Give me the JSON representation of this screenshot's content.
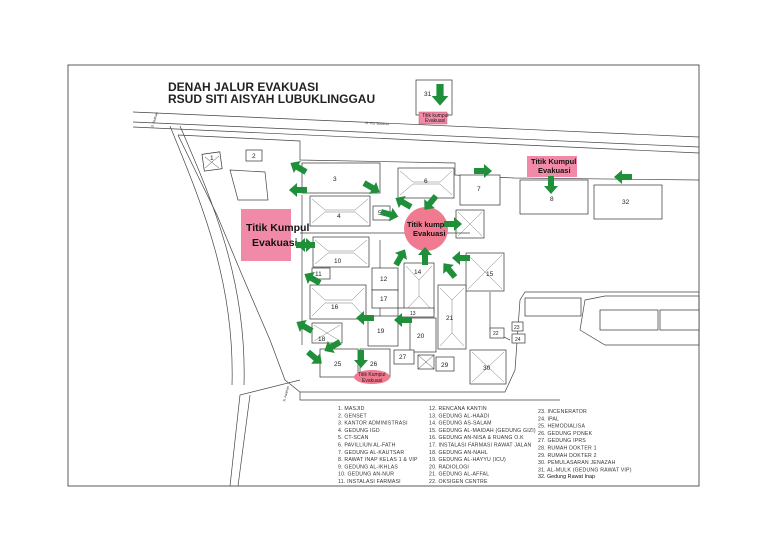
{
  "title": {
    "line1": "DENAH JALUR EVAKUASI",
    "line2": "RSUD SITI AISYAH LUBUKLINGGAU"
  },
  "road_labels": {
    "top": "Jl. Yos Sudarso",
    "left_top": "Jl. Asahan",
    "left_bottom": "Jl. Asahan"
  },
  "assembly_points": {
    "left": {
      "line1": "Titik Kumpul",
      "line2": "Evakuasi"
    },
    "center": {
      "line1": "Titik kumpul",
      "line2": "Evakuasi"
    },
    "top_right": {
      "line1": "Titik Kumpul",
      "line2": "Evakuasi"
    },
    "top_center": {
      "line1": "Titik kumpul",
      "line2": "Evakuasi"
    },
    "bottom": {
      "line1": "Titik Kumpul",
      "line2": "Evakuasi"
    }
  },
  "building_numbers": {
    "b1": "1",
    "b2": "2",
    "b3": "3",
    "b4": "4",
    "b5": "5",
    "b6": "6",
    "b7": "7",
    "b8": "8",
    "b10": "10",
    "b11": "11",
    "b12": "12",
    "b14": "14",
    "b15": "15",
    "b16": "16",
    "b17": "17",
    "b18": "18",
    "b19": "19",
    "b20": "20",
    "b21": "21",
    "b22": "22",
    "b23": "23",
    "b24": "24",
    "b25": "25",
    "b26": "26",
    "b27": "27",
    "b29": "29",
    "b30": "30",
    "b31": "31",
    "b32": "32"
  },
  "legend": {
    "col1": [
      "1.  MASJID",
      "2.  GENSET",
      "3.  KANTOR ADMINISTRASI",
      "4.  GEDUNG IGD",
      "5.  CT-SCAN",
      "6.  PAVILLIUN AL-FATH",
      "7.  GEDUNG AL-KAUTSAR",
      "8.  RAWAT INAP KELAS 1 & VIP",
      "9.  GEDUNG AL-IKHLAS",
      "10. GEDUNG AN-NUR",
      "11. INSTALASI FARMASI"
    ],
    "col2": [
      "12. RENCANA KANTIN",
      "13. GEDUNG AL-HAADI",
      "14. GEDUNG AS-SALAM",
      "15. GEDUNG AL-MAIDAH (GEDUNG GIZI)",
      "16. GEDUNG AN-NISA & RUANG O.K",
      "17. INSTALASI FARMASI RAWAT JALAN",
      "18. GEDUNG AN-NAHL",
      "19. GEDUNG AL-HAYYU (ICU)",
      "20. RADIOLOGI",
      "21. GEDUNG AL-AFFAL",
      "22. OKSIGEN CENTRE"
    ],
    "col3": [
      "23. INCENERATOR",
      "24. IPAL",
      "25. HEMODIALISA",
      "26. GEDUNG PONEK",
      "27. GEDUNG IPRS",
      "28. RUMAH DOKTER 1",
      "29. RUMAH DOKTER 2",
      "30. PEMULASARAN JENAZAH",
      "31. AL-MULK (GEDUNG RAWAT VIP)"
    ],
    "col3_extra": "32. Gedung Rawat Inap"
  },
  "colors": {
    "arrow": "#1f8f3a",
    "assembly_fill": "#f08aa8",
    "assembly_circle": "#f07a90"
  }
}
